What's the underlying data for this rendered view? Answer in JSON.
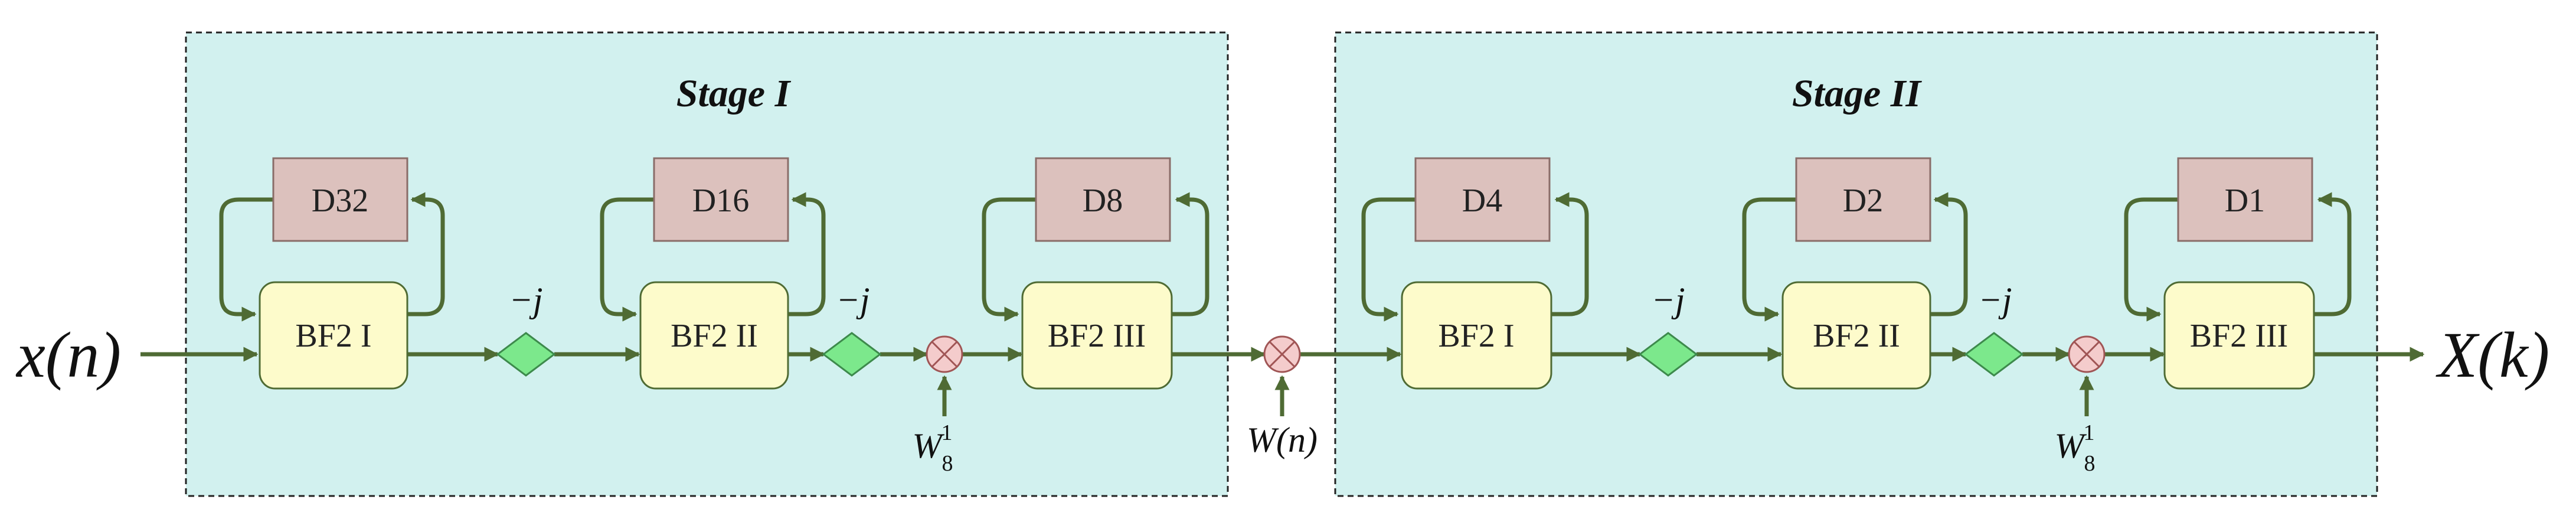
{
  "diagram": {
    "input_label": "x(n)",
    "output_label": "X(k)",
    "twiddle_label": "W(n)",
    "stages": [
      {
        "title": "Stage I"
      },
      {
        "title": "Stage II"
      }
    ],
    "butterflies": [
      {
        "label": "BF2 I",
        "delay": "D32"
      },
      {
        "label": "BF2 II",
        "delay": "D16"
      },
      {
        "label": "BF2 III",
        "delay": "D8"
      },
      {
        "label": "BF2 I",
        "delay": "D4"
      },
      {
        "label": "BF2 II",
        "delay": "D2"
      },
      {
        "label": "BF2 III",
        "delay": "D1"
      }
    ],
    "rotator_label": "−j",
    "w8_base": "W",
    "w8_sub": "8",
    "w8_sup": "1"
  },
  "colors": {
    "stage_fill": "#d2f1ef",
    "wire": "#4f6b34",
    "butterfly_fill": "#fdfbcb",
    "delay_fill": "#dcc1bd",
    "rotator_fill": "#7ce88c",
    "multiplier_fill": "#f4cccc"
  }
}
